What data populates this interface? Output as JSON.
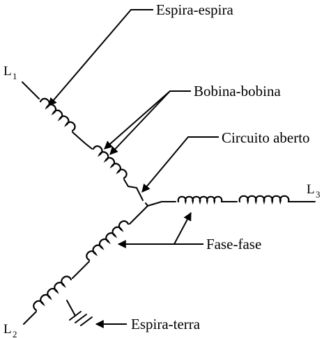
{
  "labels": {
    "espira_espira": "Espira-espira",
    "bobina_bobina": "Bobina-bobina",
    "circuito_aberto": "Circuito aberto",
    "fase_fase": "Fase-fase",
    "espira_terra": "Espira-terra"
  },
  "terminals": {
    "l1": {
      "letter": "L",
      "index": "1"
    },
    "l2": {
      "letter": "L",
      "index": "2"
    },
    "l3": {
      "letter": "L",
      "index": "3"
    }
  }
}
